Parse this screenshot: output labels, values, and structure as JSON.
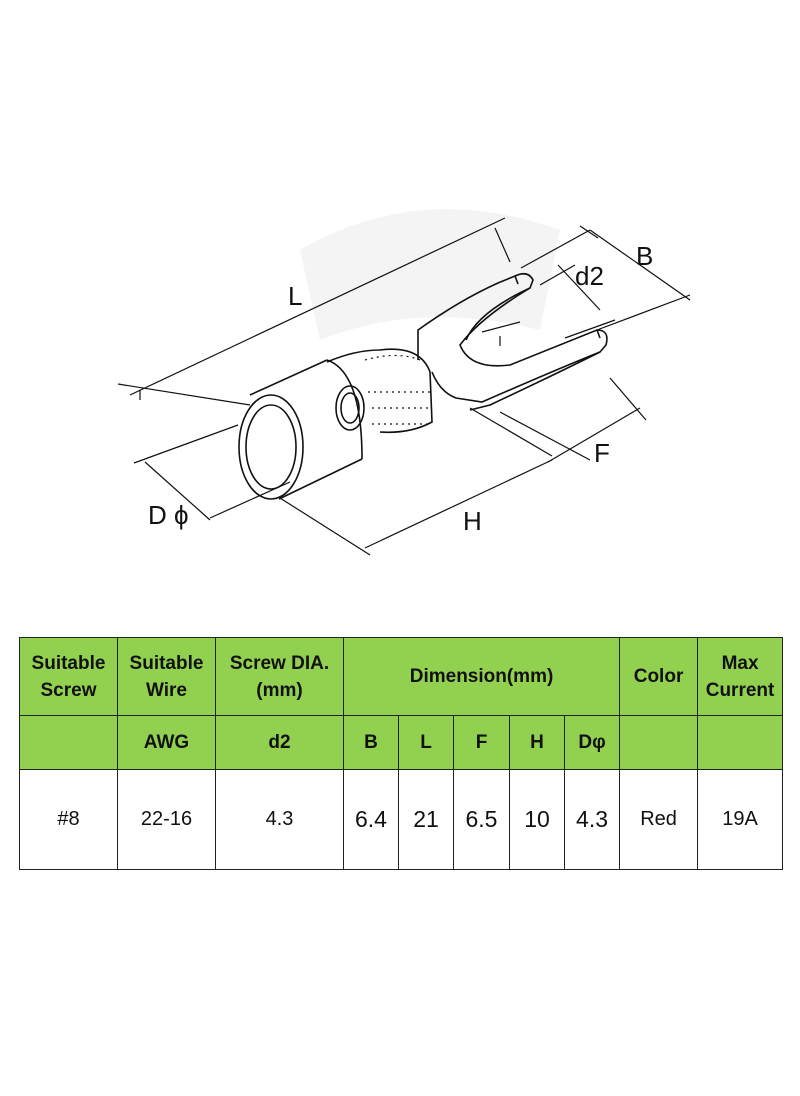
{
  "diagram": {
    "labels": {
      "L": "L",
      "B": "B",
      "d2": "d2",
      "F": "F",
      "H": "H",
      "D": "D ϕ"
    }
  },
  "table": {
    "header_row1": {
      "screw": [
        "Suitable",
        "Screw"
      ],
      "wire": [
        "Suitable",
        "Wire"
      ],
      "screw_dia": [
        "Screw DIA.",
        "(mm)"
      ],
      "dimension": "Dimension(mm)",
      "color": "Color",
      "current": [
        "Max",
        "Current"
      ]
    },
    "header_row2": {
      "screw": "",
      "wire": "AWG",
      "screw_dia": "d2",
      "B": "B",
      "L": "L",
      "F": "F",
      "H": "H",
      "D": "Dφ",
      "color": "",
      "current": ""
    },
    "row": {
      "screw": "#8",
      "wire": "22-16",
      "screw_dia": "4.3",
      "B": "6.4",
      "L": "21",
      "F": "6.5",
      "H": "10",
      "D": "4.3",
      "color": "Red",
      "current": "19A"
    }
  }
}
